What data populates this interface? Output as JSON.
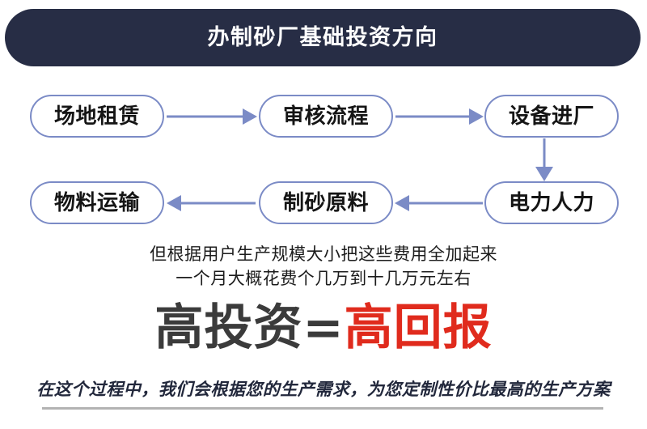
{
  "header": {
    "title": "办制砂厂基础投资方向",
    "background_color": "#272d45",
    "text_color": "#ffffff"
  },
  "flowchart": {
    "node_border_color": "#7b8bc6",
    "arrow_color": "#7b8bc6",
    "node_text_color": "#151515",
    "nodes": [
      {
        "id": "site-lease",
        "label": "场地租赁",
        "row": 1,
        "col": 1
      },
      {
        "id": "approval-process",
        "label": "审核流程",
        "row": 1,
        "col": 2
      },
      {
        "id": "equipment-entry",
        "label": "设备进厂",
        "row": 1,
        "col": 3
      },
      {
        "id": "material-transport",
        "label": "物料运输",
        "row": 2,
        "col": 1
      },
      {
        "id": "sand-raw-material",
        "label": "制砂原料",
        "row": 2,
        "col": 2
      },
      {
        "id": "power-manpower",
        "label": "电力人力",
        "row": 2,
        "col": 3
      }
    ],
    "edges": [
      {
        "from": "site-lease",
        "to": "approval-process",
        "direction": "right"
      },
      {
        "from": "approval-process",
        "to": "equipment-entry",
        "direction": "right"
      },
      {
        "from": "equipment-entry",
        "to": "power-manpower",
        "direction": "down"
      },
      {
        "from": "power-manpower",
        "to": "sand-raw-material",
        "direction": "left"
      },
      {
        "from": "sand-raw-material",
        "to": "material-transport",
        "direction": "left"
      }
    ]
  },
  "description": {
    "line1": "但根据用户生产规模大小把这些费用全加起来",
    "line2": "一个月大概花费个几万到十几万元左右",
    "text_color": "#1c1c1c"
  },
  "headline": {
    "part_dark": "高投资=",
    "part_red": "高回报",
    "dark_color": "#3b3b3b",
    "red_color": "#e02b1d"
  },
  "footer": {
    "text": "在这个过程中，我们会根据您的生产需求，为您定制性价比最高的生产方案",
    "text_color": "#22283c",
    "rule_color": "#b3b3b3"
  }
}
